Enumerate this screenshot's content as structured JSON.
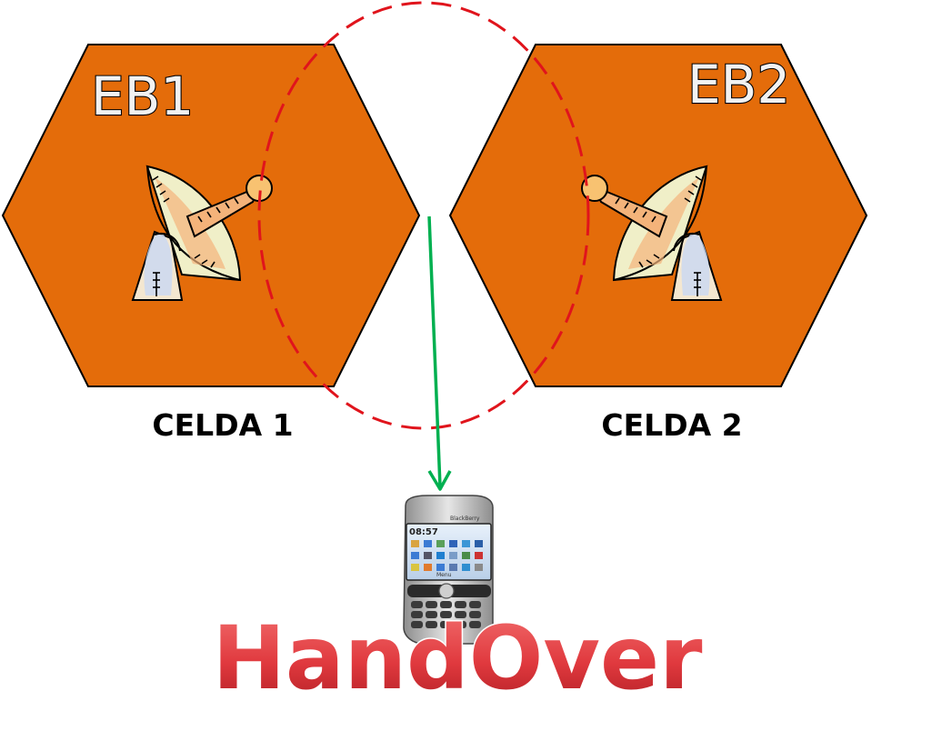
{
  "labels": {
    "eb1": "EB1",
    "eb2": "EB2",
    "cell1": "CELDA 1",
    "cell2": "CELDA 2",
    "title": "HandOver"
  },
  "phone": {
    "time": "08:57",
    "brand": "BlackBerry",
    "menu": "Menu"
  },
  "colors": {
    "cell_fill": "#e46c0a",
    "cell_stroke": "#000000",
    "overlap_ring": "#e0141c",
    "arrow": "#00b050",
    "title_fill": "#e0393e",
    "eb_fill": "#f2f2f2"
  },
  "icons": [
    "antenna-dish-icon",
    "mobile-phone-icon"
  ]
}
